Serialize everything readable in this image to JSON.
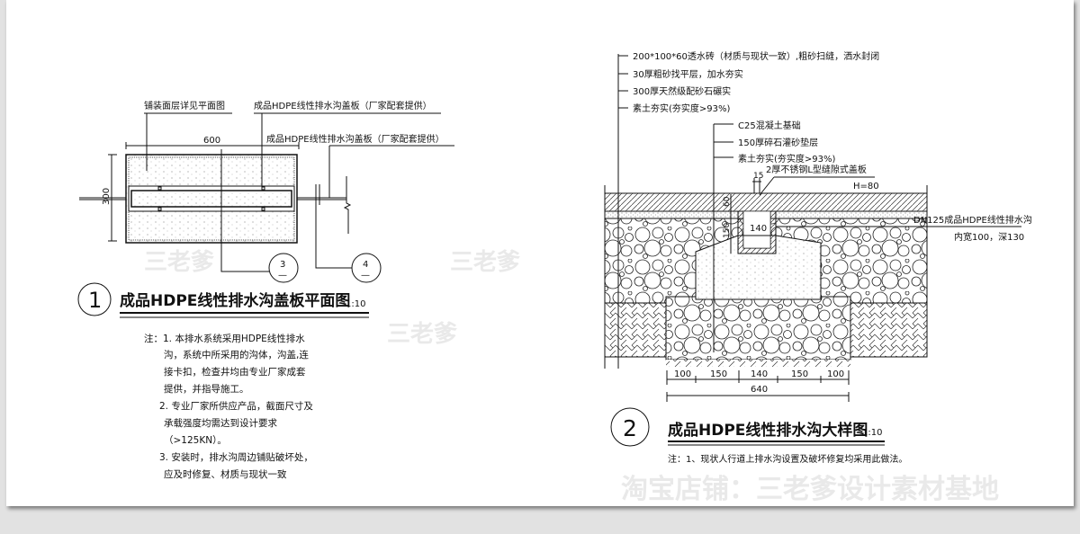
{
  "drawing1": {
    "callouts": [
      "铺装面层详见平面图",
      "成品HDPE线性排水沟盖板（厂家配套提供）",
      "成品HDPE线性排水沟盖板（厂家配套提供）"
    ],
    "dim_width": "600",
    "dim_height": "300",
    "section_marks": [
      {
        "num": "3",
        "sheet": "—"
      },
      {
        "num": "4",
        "sheet": "—"
      }
    ],
    "number": "1",
    "title": "成品HDPE线性排水沟盖板平面图",
    "scale": "1:10",
    "notes": [
      "注：1. 本排水系统采用HDPE线性排水",
      "沟，系统中所采用的沟体，沟盖,连",
      "接卡扣，检查井均由专业厂家成套",
      "提供，并指导施工。",
      "2. 专业厂家所供应产品，截面尺寸及",
      "承载强度均需达到设计要求",
      "（>125KN）。",
      "3. 安装时，排水沟周边铺贴破坏处，",
      "应及时修复、材质与现状一致"
    ]
  },
  "drawing2": {
    "layers": [
      "200*100*60透水砖（材质与现状一致）,粗砂扫缝，洒水封闭",
      "30厚粗砂找平层，加水夯实",
      "300厚天然级配砂石碾实",
      "素土夯实(夯实度>93%)"
    ],
    "base_layers": [
      "C25混凝土基础",
      "150厚碎石灌砂垫层",
      "素土夯实(夯实度>93%)"
    ],
    "cover": "2厚不锈钢L型缝隙式盖板",
    "cover_height": "H=80",
    "slot_width": "15",
    "channel_label": [
      "DN125成品HDPE线性排水沟",
      "内宽100，深130"
    ],
    "channel_width": "140",
    "depth_dims": [
      "60",
      "150"
    ],
    "bottom_dims": [
      "100",
      "150",
      "140",
      "150",
      "100"
    ],
    "total_dim": "640",
    "number": "2",
    "title": "成品HDPE线性排水沟大样图",
    "scale": "1:10",
    "note": "注：1、现状人行道上排水沟设置及破坏修复均采用此做法。"
  },
  "watermarks": [
    "三老爹",
    "淘宝店铺：三老爹设计素材基地"
  ]
}
